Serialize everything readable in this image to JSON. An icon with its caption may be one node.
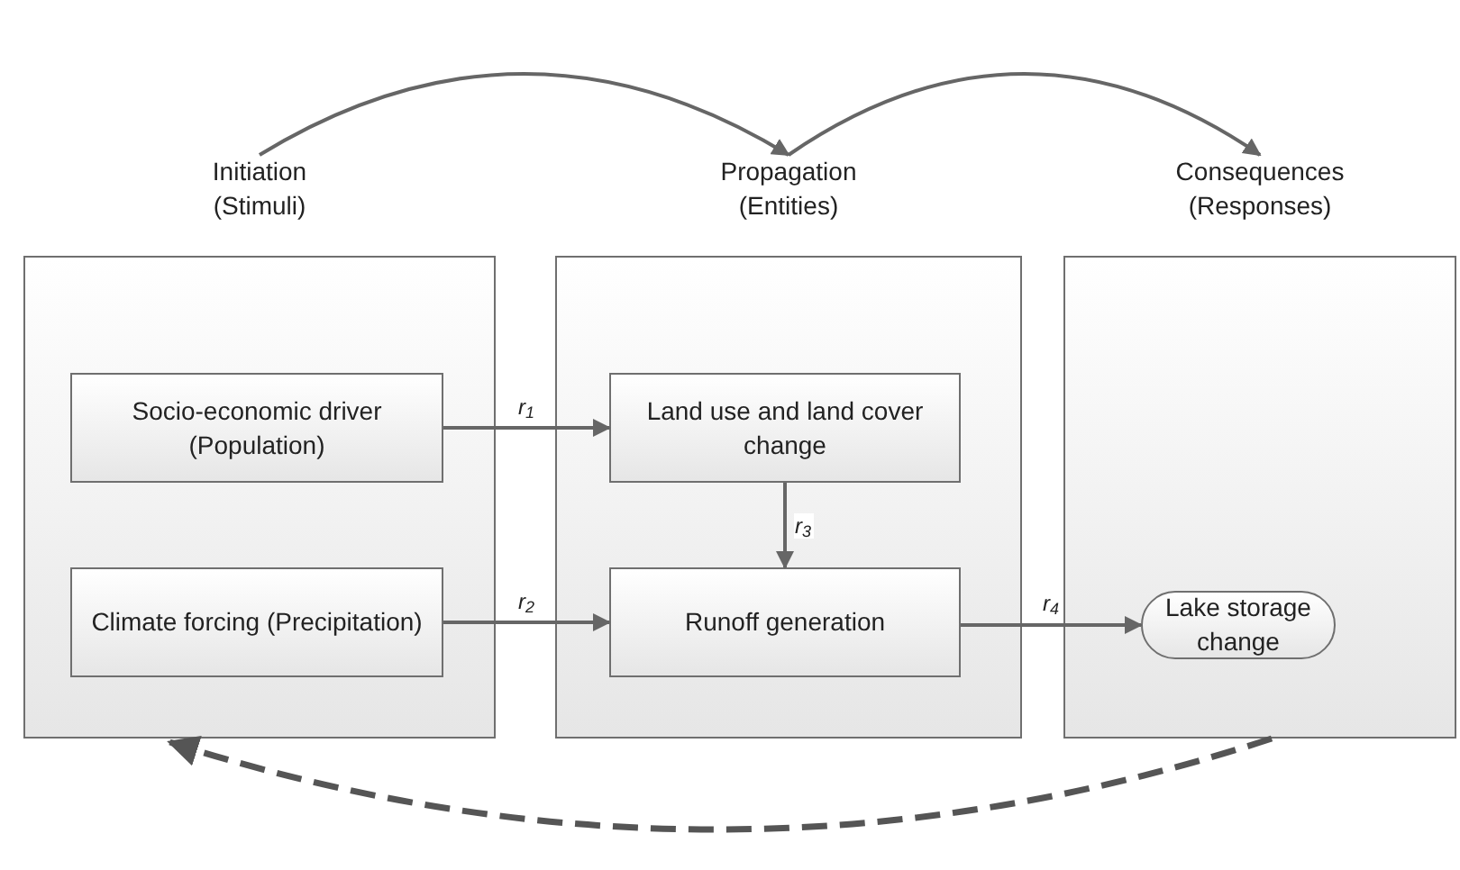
{
  "diagram": {
    "nodes": [
      {
        "text": [
          "Initiation (Stimuli)"
        ]
      },
      {
        "text": [
          "Socio-economic driver (Population)"
        ],
        "in": 0
      },
      {
        "text": [
          "Climate forcing (Precipitation)"
        ],
        "in": 0
      },
      {
        "text": [
          "Propagation (Entities)"
        ]
      },
      {
        "text": [
          "Land use and land cover change"
        ],
        "in": 3
      },
      {
        "text": [
          "Runoff generation"
        ],
        "in": 3
      },
      {
        "text": [
          "Consequences (Responses)"
        ]
      },
      {
        "text": [
          "Lake storage change"
        ],
        "in": 6
      }
    ],
    "edges": [
      {
        "from": 0,
        "to": 3,
        "arrow": "to"
      },
      {
        "from": 3,
        "to": 6,
        "arrow": "to"
      },
      {
        "from": 1,
        "to": 4,
        "arrow": "to",
        "label": "r$_{1}$"
      },
      {
        "from": 2,
        "to": 5,
        "arrow": "to",
        "label": "r$_{2}$"
      },
      {
        "from": 4,
        "to": 5,
        "arrow": "to",
        "label": "r$_{3}$"
      },
      {
        "from": 5,
        "to": 7,
        "arrow": "to",
        "label": "r$_{4}$"
      },
      {
        "from": 6,
        "to": 0,
        "arrow": "to",
        "style": "dashed"
      }
    ]
  }
}
